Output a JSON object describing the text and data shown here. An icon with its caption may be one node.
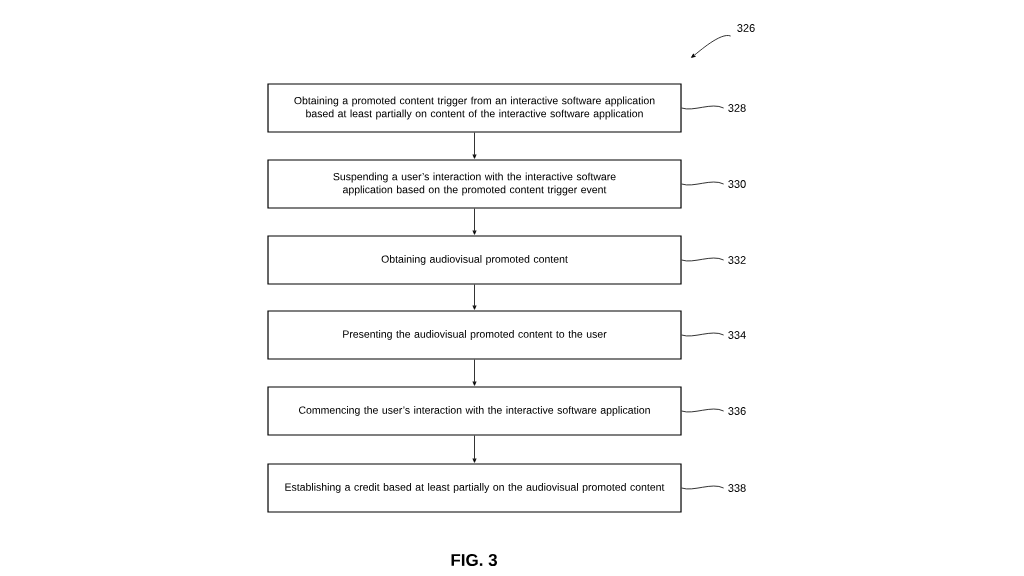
{
  "diagram": {
    "nodes": [
      {
        "text": [
          "Obtaining a promoted content trigger from an interactive software application based at least partially on content of the interactive software application"
        ]
      },
      {
        "text": [
          "Suspending a user’s interaction with the interactive software application based on the promoted content trigger event"
        ]
      },
      {
        "text": [
          "Obtaining audiovisual promoted content"
        ]
      },
      {
        "text": [
          "Presenting the audiovisual promoted content to the user"
        ]
      },
      {
        "text": [
          "Commencing the user’s interaction with the interactive software application"
        ]
      },
      {
        "text": [
          "Establishing a credit based at least partially on the audiovisual promoted content"
        ]
      },
      {
        "text": [
          "328"
        ]
      },
      {
        "text": [
          "330"
        ]
      },
      {
        "text": [
          "332"
        ]
      },
      {
        "text": [
          "334"
        ]
      },
      {
        "text": [
          "336"
        ]
      },
      {
        "text": [
          "338"
        ]
      },
      {
        "text": [
          "326"
        ]
      }
    ],
    "edges": [
      {
        "from": 0,
        "to": 1,
        "arrow": "to"
      },
      {
        "from": 1,
        "to": 2,
        "arrow": "to"
      },
      {
        "from": 2,
        "to": 3,
        "arrow": "to"
      },
      {
        "from": 3,
        "to": 4,
        "arrow": "to"
      },
      {
        "from": 4,
        "to": 5,
        "arrow": "to"
      },
      {
        "from": 6,
        "to": 0,
        "arrow": "none"
      },
      {
        "from": 7,
        "to": 1,
        "arrow": "none"
      },
      {
        "from": 8,
        "to": 2,
        "arrow": "none"
      },
      {
        "from": 9,
        "to": 3,
        "arrow": "none"
      },
      {
        "from": 10,
        "to": 4,
        "arrow": "none"
      },
      {
        "from": 11,
        "to": 5,
        "arrow": "none"
      },
      {
        "from": 12,
        "to": null,
        "arrow": "to"
      }
    ],
    "labels": [
      "FIG. 3"
    ]
  }
}
